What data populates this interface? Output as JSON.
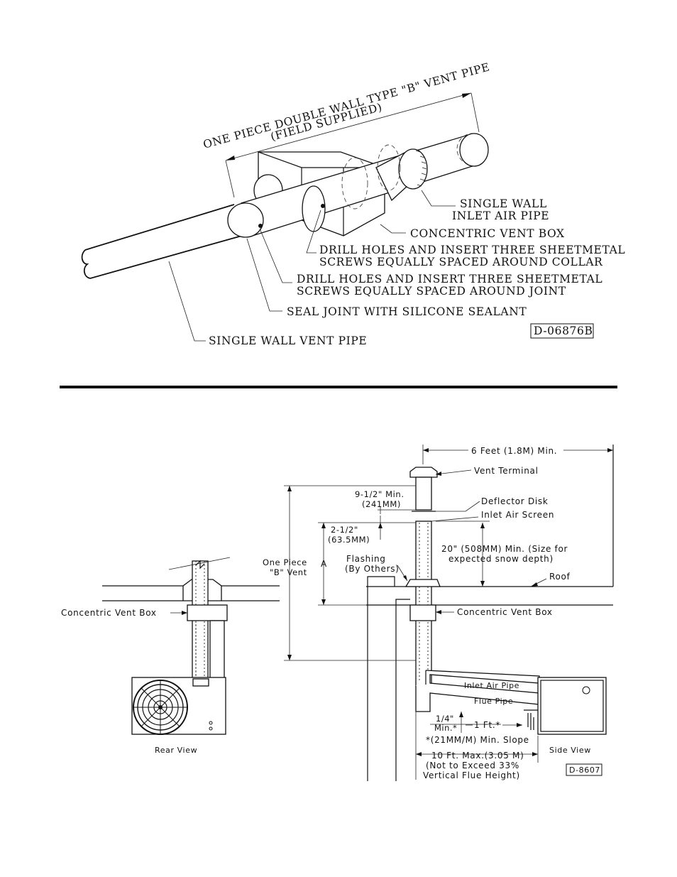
{
  "top_diagram": {
    "title_line1": "ONE PIECE DOUBLE WALL TYPE \"B\" VENT PIPE",
    "title_line2": "(FIELD SUPPLIED)",
    "label_inlet_1": "SINGLE WALL",
    "label_inlet_2": "INLET AIR PIPE",
    "label_box": "CONCENTRIC VENT BOX",
    "label_collar_1": "DRILL HOLES AND INSERT THREE SHEETMETAL",
    "label_collar_2": "SCREWS EQUALLY SPACED AROUND COLLAR",
    "label_joint_1": "DRILL HOLES AND INSERT THREE SHEETMETAL",
    "label_joint_2": "SCREWS EQUALLY SPACED AROUND JOINT",
    "label_seal": "SEAL JOINT WITH SILICONE SEALANT",
    "label_vent": "SINGLE WALL VENT PIPE",
    "drawing_number": "D-06876B"
  },
  "bottom_diagram": {
    "dim_6ft": "6 Feet (1.8M) Min.",
    "vent_terminal": "Vent Terminal",
    "dim_912_1": "9-1/2\" Min.",
    "dim_912_2": "(241MM)",
    "deflector": "Deflector Disk",
    "inlet_screen": "Inlet Air Screen",
    "dim_212_1": "2-1/2\"",
    "dim_212_2": "(63.5MM)",
    "dim_20_1": "20\" (508MM) Min. (Size for",
    "dim_20_2": "expected snow depth)",
    "one_piece_1": "One Piece",
    "one_piece_2": "\"B\" Vent",
    "letter_a": "A",
    "flashing_1": "Flashing",
    "flashing_2": "(By Others)",
    "roof": "Roof",
    "concentric_left": "Concentric Vent Box",
    "concentric_right": "Concentric Vent Box",
    "inlet_air_pipe": "Inlet Air Pipe",
    "flue_pipe": "Flue Pipe",
    "quarter_1": "1/4\"",
    "quarter_2": "Min.*",
    "one_ft": "1 Ft.*",
    "slope": "*(21MM/M) Min. Slope",
    "ten_ft_1": "10 Ft. Max.(3.05 M)",
    "ten_ft_2": "(Not to Exceed 33%",
    "ten_ft_3": "Vertical Flue Height)",
    "rear_view": "Rear View",
    "side_view": "Side View",
    "drawing_number": "D-8607"
  }
}
